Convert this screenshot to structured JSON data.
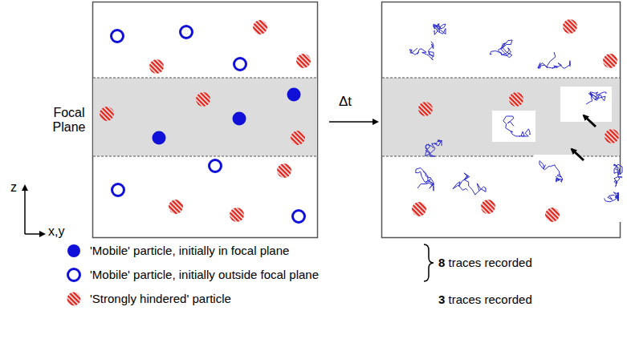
{
  "diagram": {
    "labels": [
      "Focal Plane",
      "Δt",
      "z",
      "x,y",
      "8 traces recorded",
      "3 traces recorded"
    ],
    "legend": [
      {
        "text": "'Mobile' particle, initially in focal plane"
      },
      {
        "text": "'Mobile' particle, initially outside focal plane"
      },
      {
        "text": "'Strongly hindered' particle"
      }
    ]
  }
}
